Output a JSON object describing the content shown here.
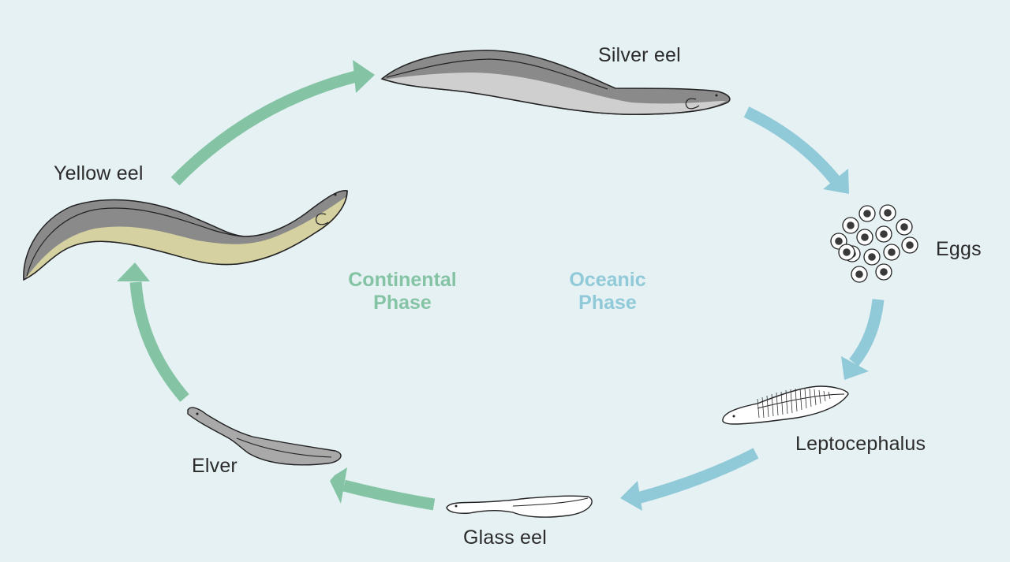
{
  "title": "Eel life cycle",
  "colors": {
    "background": "#e6f1f4",
    "continental": "#84c4a5",
    "oceanic": "#90cad8",
    "eel_dark": "#8a8a8a",
    "silver_belly": "#cfcfcf",
    "yellow_belly": "#d6d1a0",
    "elver": "#a9a9a9",
    "outline": "#222222",
    "label_text": "#2b2b2b"
  },
  "phases": {
    "continental": {
      "line1": "Continental",
      "line2": "Phase"
    },
    "oceanic": {
      "line1": "Oceanic",
      "line2": "Phase"
    }
  },
  "stages": [
    {
      "id": "silver-eel",
      "label": "Silver eel",
      "phase": "oceanic-start"
    },
    {
      "id": "eggs",
      "label": "Eggs",
      "phase": "oceanic"
    },
    {
      "id": "leptocephalus",
      "label": "Leptocephalus",
      "phase": "oceanic"
    },
    {
      "id": "glass-eel",
      "label": "Glass eel",
      "phase": "transition"
    },
    {
      "id": "elver",
      "label": "Elver",
      "phase": "continental"
    },
    {
      "id": "yellow-eel",
      "label": "Yellow eel",
      "phase": "continental"
    }
  ],
  "arrows": [
    {
      "from": "silver-eel",
      "to": "eggs",
      "phase": "oceanic"
    },
    {
      "from": "eggs",
      "to": "leptocephalus",
      "phase": "oceanic"
    },
    {
      "from": "leptocephalus",
      "to": "glass-eel",
      "phase": "oceanic"
    },
    {
      "from": "glass-eel",
      "to": "elver",
      "phase": "continental"
    },
    {
      "from": "elver",
      "to": "yellow-eel",
      "phase": "continental"
    },
    {
      "from": "yellow-eel",
      "to": "silver-eel",
      "phase": "continental"
    }
  ],
  "eggs_count": 14
}
